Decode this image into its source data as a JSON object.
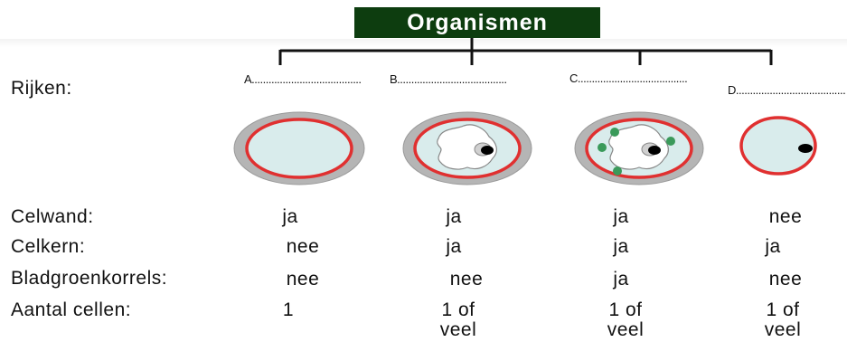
{
  "title": "Organismen",
  "row_labels": {
    "rijken": "Rijken:",
    "celwand": "Celwand:",
    "celkern": "Celkern:",
    "bladgroen": "Bladgroenkorrels:",
    "aantal": "Aantal cellen:"
  },
  "kingdoms": [
    {
      "blank": "A.......................................",
      "celwand": "ja",
      "celkern": "nee",
      "bladgroen": "nee",
      "aantal_1": "1",
      "aantal_2": ""
    },
    {
      "blank": "B.......................................",
      "celwand": "ja",
      "celkern": "ja",
      "bladgroen": "nee",
      "aantal_1": "1 of",
      "aantal_2": "veel"
    },
    {
      "blank": "C.......................................",
      "celwand": "ja",
      "celkern": "ja",
      "bladgroen": "ja",
      "aantal_1": "1 of",
      "aantal_2": "veel"
    },
    {
      "blank": "D.......................................",
      "celwand": "nee",
      "celkern": "ja",
      "bladgroen": "nee",
      "aantal_1": "1 of",
      "aantal_2": "veel"
    }
  ],
  "colors": {
    "title_bg": "#0d3d0f",
    "cell_wall": "#b5b5b5",
    "membrane": "#e03030",
    "cytoplasm": "#d9ecec",
    "chloroplast": "#3a9a5a",
    "nucleus": "#000000"
  },
  "cell_features": [
    {
      "wall": true,
      "nucleus": false,
      "vacuole": false,
      "chloroplasts": false
    },
    {
      "wall": true,
      "nucleus": true,
      "vacuole": true,
      "chloroplasts": false
    },
    {
      "wall": true,
      "nucleus": true,
      "vacuole": true,
      "chloroplasts": true
    },
    {
      "wall": false,
      "nucleus": true,
      "vacuole": false,
      "chloroplasts": false
    }
  ]
}
